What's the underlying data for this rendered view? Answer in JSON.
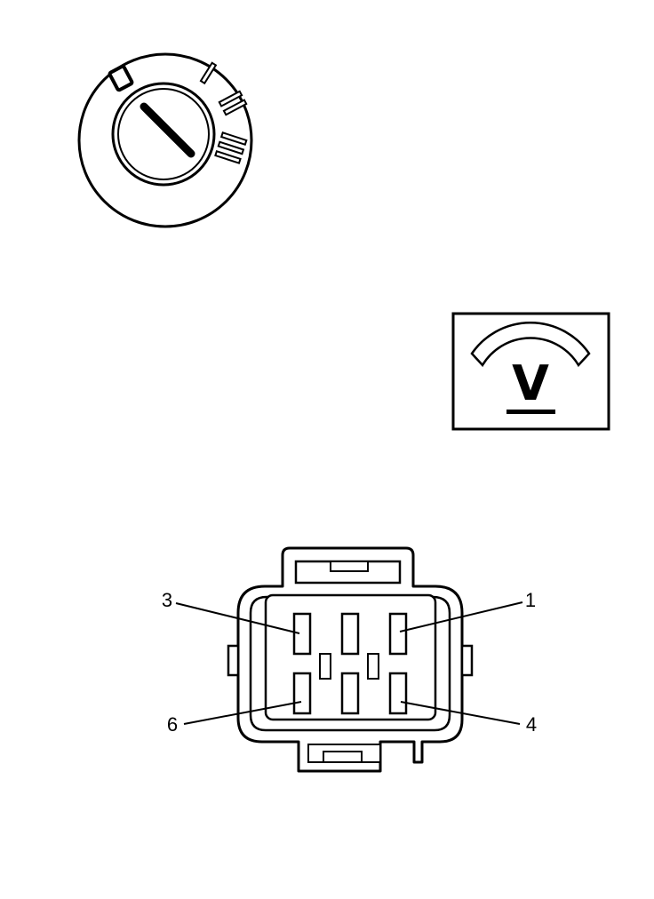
{
  "ignition_switch": {
    "icon": "ignition-key-switch-icon",
    "positions": [
      "0",
      "I",
      "II",
      "III"
    ]
  },
  "voltmeter": {
    "icon": "voltmeter-icon",
    "symbol": "V"
  },
  "connector": {
    "icon": "6-pin-connector-icon",
    "pin_labels": {
      "top_left": "3",
      "top_right": "1",
      "bottom_left": "6",
      "bottom_right": "4"
    }
  }
}
